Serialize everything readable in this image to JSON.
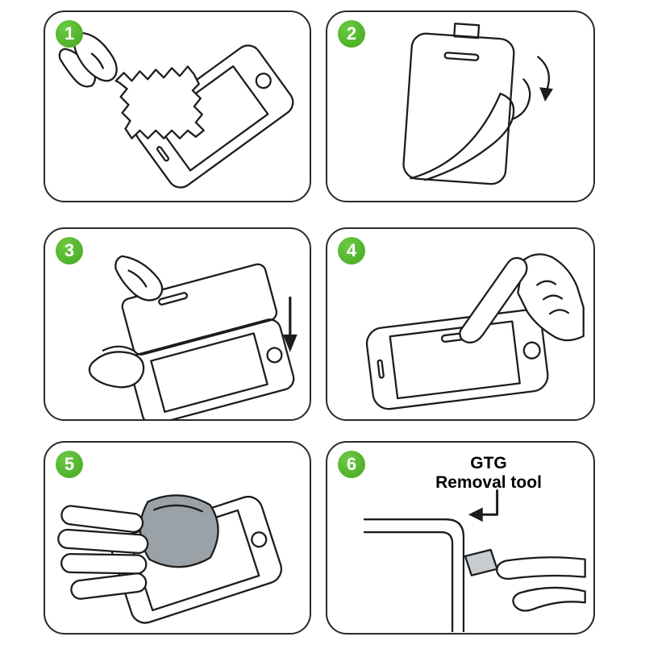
{
  "colors": {
    "badge_green": "#4fb32a",
    "line": "#1c1c1c",
    "background": "#ffffff",
    "film_flap_gray": "#9aa2a8",
    "removal_tab_gray": "#c7ccd1"
  },
  "steps": [
    {
      "number": "1",
      "icon": "wipe-screen-with-cloth-icon"
    },
    {
      "number": "2",
      "icon": "peel-backing-film-icon"
    },
    {
      "number": "3",
      "icon": "align-protector-over-phone-icon"
    },
    {
      "number": "4",
      "icon": "press-center-of-screen-icon"
    },
    {
      "number": "5",
      "icon": "smooth-film-onto-screen-icon"
    },
    {
      "number": "6",
      "icon": "pull-removal-tool-tab-icon",
      "label": {
        "line1": "GTG",
        "line2": "Removal tool"
      }
    }
  ]
}
